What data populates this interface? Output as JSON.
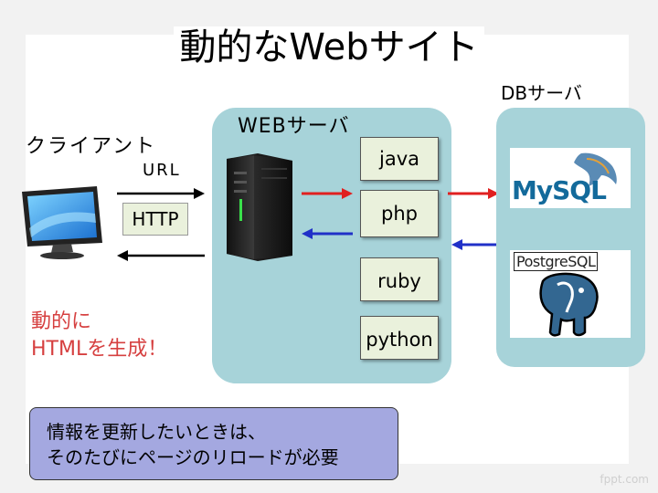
{
  "title": "動的なWebサイト",
  "client": {
    "label": "クライアント",
    "url_label": "URL",
    "http_label": "HTTP"
  },
  "web_server": {
    "label": "WEBサーバ",
    "languages": [
      "java",
      "php",
      "ruby",
      "python"
    ]
  },
  "db_server": {
    "label": "DBサーバ",
    "mysql_logo": "MySQL",
    "postgres_logo": "PostgreSQL"
  },
  "dynamic_text": {
    "line1": "動的に",
    "line2": "HTMLを生成！"
  },
  "note": {
    "line1": "情報を更新したいときは、",
    "line2": "そのたびにページのリロードが必要"
  },
  "watermark": "fppt.com",
  "colors": {
    "panel": "#a7d3d9",
    "note": "#a4a8e0",
    "lang_box": "#eaf1dc",
    "red_arrow": "#e02020",
    "blue_arrow": "#2030c8",
    "dynamic_text": "#d64040"
  }
}
